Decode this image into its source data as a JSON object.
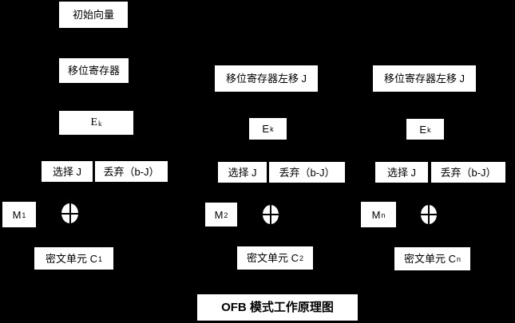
{
  "title": "OFB 模式工作原理图",
  "iv_label": "初始向量",
  "colors": {
    "background": "#000000",
    "box_fill": "#ffffff",
    "text": "#000000"
  },
  "columns": [
    {
      "register_label": "移位寄存器",
      "ek_base": "E",
      "ek_sub": "k",
      "select_label": "选择 J",
      "discard_label": "丢弃（b-J）",
      "m_base": "M",
      "m_sub": "1",
      "xor_symbol": "circle-plus",
      "cipher_base": "密文单元 C",
      "cipher_sub": "1"
    },
    {
      "register_label": "移位寄存器左移 J",
      "ek_base": "E",
      "ek_sub": "k",
      "select_label": "选择 J",
      "discard_label": "丢弃（b-J）",
      "m_base": "M",
      "m_sub": "2",
      "xor_symbol": "circle-plus",
      "cipher_base": "密文单元 C",
      "cipher_sub": "2"
    },
    {
      "register_label": "移位寄存器左移 J",
      "ek_base": "E",
      "ek_sub": "k",
      "select_label": "选择 J",
      "discard_label": "丢弃（b-J）",
      "m_base": "M",
      "m_sub": "n",
      "xor_symbol": "circle-plus",
      "cipher_base": "密文单元 C",
      "cipher_sub": "n"
    }
  ]
}
